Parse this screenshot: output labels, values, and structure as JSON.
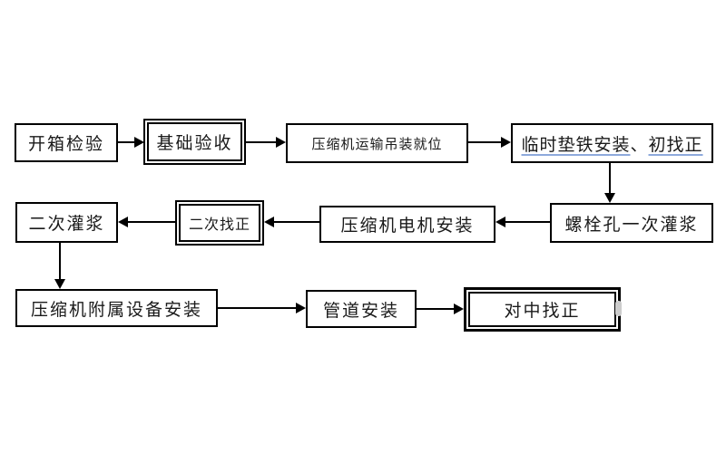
{
  "page": {
    "background_color": "#ffffff",
    "line_color": "#000000",
    "underline_accent_color": "#8ea9dc",
    "artifact_color": "#cccccc"
  },
  "diagram": {
    "type": "flowchart",
    "nodes": [
      {
        "id": "open-box-inspection",
        "label": "开箱检验",
        "border": "single"
      },
      {
        "id": "foundation-acceptance",
        "label": "基础验收",
        "border": "double"
      },
      {
        "id": "compressor-transport-hoisting",
        "label": "压缩机运输吊装就位",
        "border": "single"
      },
      {
        "id": "temporary-shim-install-initial-alignment",
        "label": "临时垫铁安装、初找正",
        "border": "single",
        "parts": [
          {
            "text": "临时垫铁安装",
            "underline": true
          },
          {
            "text": "、",
            "underline": false
          },
          {
            "text": "初找正",
            "underline": true
          }
        ]
      },
      {
        "id": "bolt-hole-first-grouting",
        "label": "螺栓孔一次灌浆",
        "border": "single"
      },
      {
        "id": "compressor-motor-install",
        "label": "压缩机电机安装",
        "border": "single"
      },
      {
        "id": "secondary-alignment",
        "label": "二次找正",
        "border": "double"
      },
      {
        "id": "secondary-grouting",
        "label": "二次灌浆",
        "border": "single"
      },
      {
        "id": "compressor-auxiliary-equipment-install",
        "label": "压缩机附属设备安装",
        "border": "single"
      },
      {
        "id": "piping-install",
        "label": "管道安装",
        "border": "single"
      },
      {
        "id": "centering-alignment",
        "label": "对中找正",
        "border": "double-bold"
      }
    ],
    "arrows": [
      {
        "from": "open-box-inspection",
        "to": "foundation-acceptance",
        "direction": "right"
      },
      {
        "from": "foundation-acceptance",
        "to": "compressor-transport-hoisting",
        "direction": "right"
      },
      {
        "from": "compressor-transport-hoisting",
        "to": "temporary-shim-install-initial-alignment",
        "direction": "right"
      },
      {
        "from": "temporary-shim-install-initial-alignment",
        "to": "bolt-hole-first-grouting",
        "direction": "down"
      },
      {
        "from": "bolt-hole-first-grouting",
        "to": "compressor-motor-install",
        "direction": "left"
      },
      {
        "from": "compressor-motor-install",
        "to": "secondary-alignment",
        "direction": "left"
      },
      {
        "from": "secondary-alignment",
        "to": "secondary-grouting",
        "direction": "left"
      },
      {
        "from": "secondary-grouting",
        "to": "compressor-auxiliary-equipment-install",
        "direction": "down"
      },
      {
        "from": "compressor-auxiliary-equipment-install",
        "to": "piping-install",
        "direction": "right"
      },
      {
        "from": "piping-install",
        "to": "centering-alignment",
        "direction": "right"
      }
    ]
  }
}
